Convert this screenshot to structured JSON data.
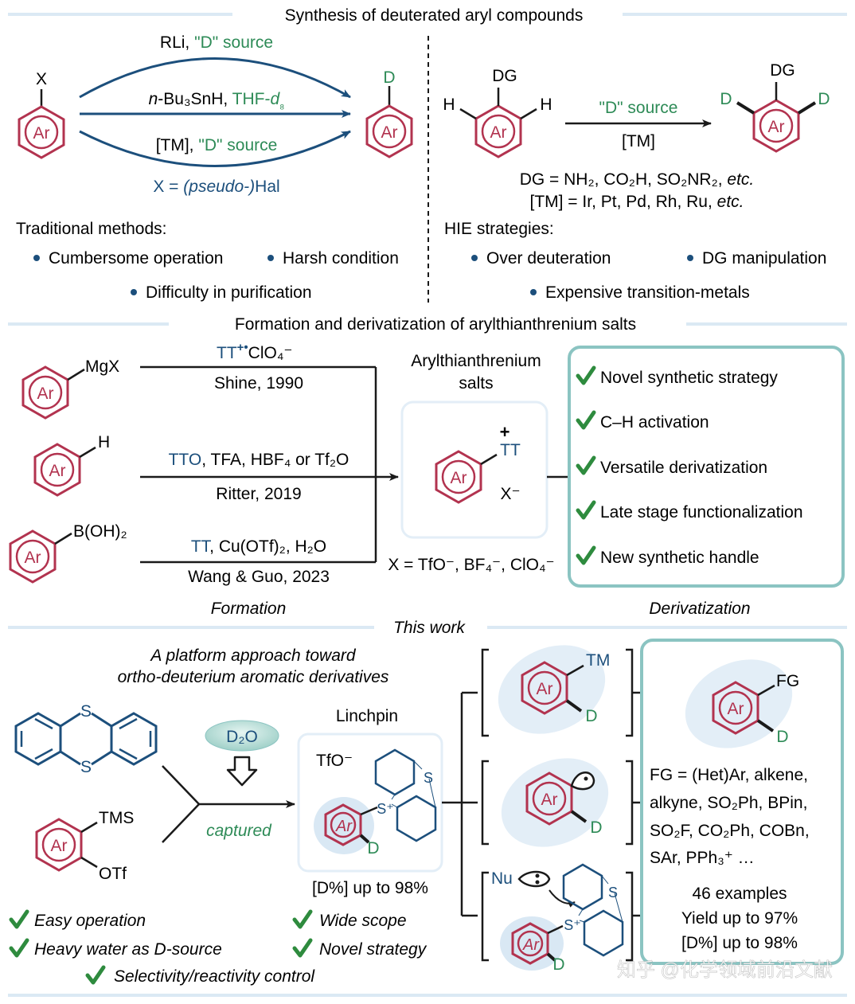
{
  "colors": {
    "ring": "#b2334f",
    "bond": "#1a1a1a",
    "navy": "#1c4f7c",
    "green": "#2e8b57",
    "teal": "#8bc4c2",
    "light_blue": "#e3eef7",
    "bubble": "#d9e8f4",
    "check": "#2e8b3e",
    "divider": "#dbe9f4"
  },
  "sections": {
    "synthesis": {
      "title": "Synthesis of deuterated aryl compounds"
    },
    "formation": {
      "title": "Formation and derivatization of arylthianthrenium salts"
    },
    "this_work": {
      "title": "This work"
    }
  },
  "labels": {
    "ar": "Ar",
    "x": "X",
    "d": "D",
    "dg": "DG",
    "h": "H",
    "mgx": "MgX",
    "boh2": "B(OH)₂",
    "tt": "TT",
    "plus": "+",
    "xminus": "X⁻",
    "tms": "TMS",
    "otf": "OTf",
    "s": "S",
    "splus": "S⁺",
    "tm": "TM",
    "fg": "FG",
    "nu": "Nu",
    "tfo": "TfO⁻"
  },
  "traditional": {
    "reagent1_a": "RLi, ",
    "reagent1_b": "\"D\" source",
    "reagent2_a": "n",
    "reagent2_b": "-Bu₃SnH, ",
    "reagent2_c": "THF-",
    "reagent2_d": "d",
    "reagent2_e": "₈",
    "reagent3_a": "[TM], ",
    "reagent3_b": "\"D\" source",
    "xdef_a": "X = ",
    "xdef_b": "(pseudo-)",
    "xdef_c": "Hal",
    "heading": "Traditional methods:",
    "bullets": [
      "Cumbersome operation",
      "Harsh condition",
      "Difficulty in purification"
    ]
  },
  "hie": {
    "reagent_top": "\"D\" source",
    "reagent_bottom": "[TM]",
    "dg_line_a": "DG = NH₂, CO₂H, SO₂NR₂, ",
    "dg_line_b": "etc.",
    "tm_line_a": "[TM] = Ir, Pt, Pd, Rh, Ru, ",
    "tm_line_b": "etc.",
    "heading": "HIE strategies:",
    "bullets": [
      "Over deuteration",
      "DG manipulation",
      "Expensive transition-metals"
    ]
  },
  "formation": {
    "shine_reagent_a": "TT",
    "shine_reagent_b": "+•",
    "shine_reagent_c": "ClO₄⁻",
    "shine_ref": "Shine, 1990",
    "ritter_reagent_a": "TTO",
    "ritter_reagent_b": ", TFA, HBF₄ or Tf₂O",
    "ritter_ref": "Ritter, 2019",
    "wang_reagent_a": "TT",
    "wang_reagent_b": ", Cu(OTf)₂, H₂O",
    "wang_ref": "Wang & Guo, 2023",
    "salts_title_1": "Arylthianthrenium",
    "salts_title_2": "salts",
    "counterions": "X = TfO⁻, BF₄⁻, ClO₄⁻",
    "formation_label": "Formation",
    "derivatization_label": "Derivatization"
  },
  "advantages": [
    "Novel synthetic strategy",
    "C–H activation",
    "Versatile derivatization",
    "Late stage functionalization",
    "New synthetic handle"
  ],
  "this_work": {
    "platform_1": "A platform approach toward",
    "platform_2": "ortho-deuterium aromatic derivatives",
    "d2o": "D₂O",
    "captured": "captured",
    "linchpin": "Linchpin",
    "d_percent": "[D%] up to 98%",
    "fg_lines": [
      "FG = (Het)Ar, alkene,",
      "alkyne, SO₂Ph, BPin,",
      "SO₂F, CO₂Ph, COBn,",
      "SAr, PPh₃⁺ …"
    ],
    "examples": "46 examples",
    "yield": "Yield up to 97%",
    "fg_d_percent": "[D%] up to 98%",
    "features": [
      "Easy operation",
      "Wide scope",
      "Heavy water as D-source",
      "Novel strategy",
      "Selectivity/reactivity control"
    ]
  },
  "watermark": "知乎 @化学领域前沿文献"
}
